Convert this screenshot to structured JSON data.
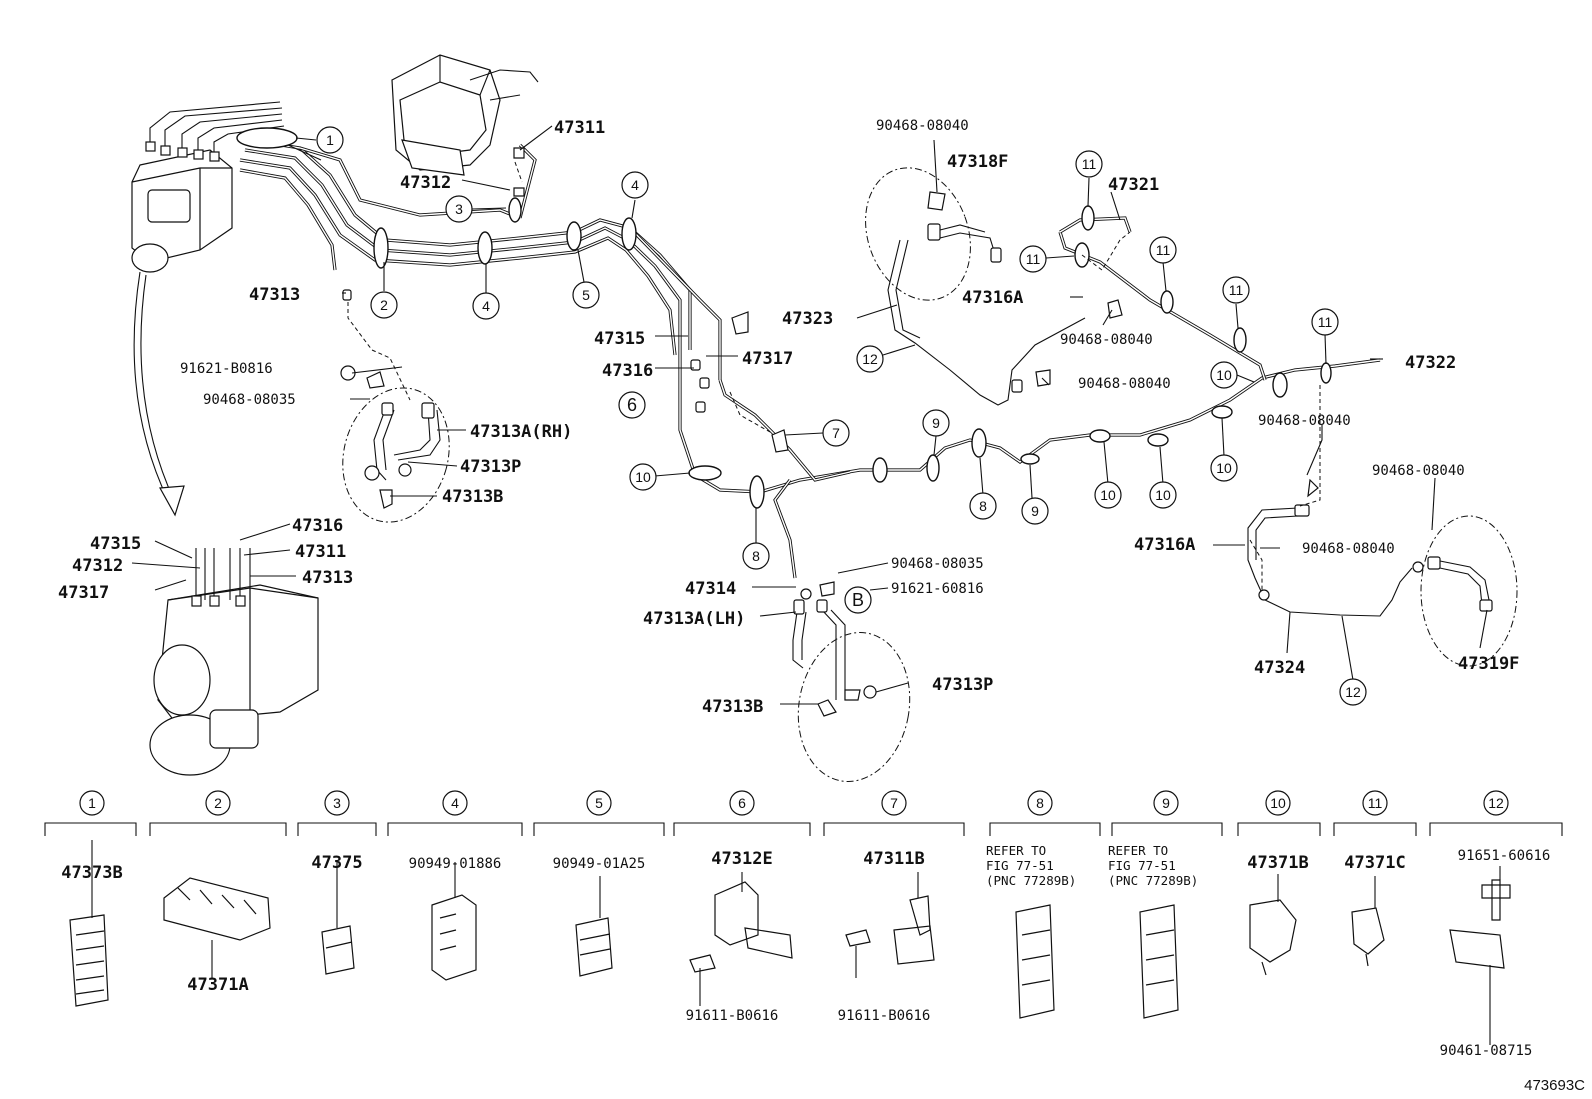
{
  "diagram": {
    "figure_code": "473693C",
    "part_labels": {
      "p47311_top": "47311",
      "p47312_top": "47312",
      "p47313_left": "47313",
      "p47315_mid": "47315",
      "p47316_mid": "47316",
      "p47317_mid": "47317",
      "p91621_b0816": "91621-B0816",
      "p90468_08035_left": "90468-08035",
      "p47313a_rh": "47313A(RH)",
      "p47313p_left": "47313P",
      "p47313b_left": "47313B",
      "p90468_08040_top": "90468-08040",
      "p47318f": "47318F",
      "p47321": "47321",
      "p47323": "47323",
      "p47316a_upper": "47316A",
      "p90468_08040_mid1": "90468-08040",
      "p90468_08040_mid2": "90468-08040",
      "p47322": "47322",
      "p90468_08040_right1": "90468-08040",
      "p90468_08040_right2": "90468-08040",
      "p47316a_lower": "47316A",
      "p90468_08040_lower": "90468-08040",
      "p47324": "47324",
      "p47319f": "47319F",
      "p90468_08035_mid": "90468-08035",
      "p91621_60816": "91621-60816",
      "p47314": "47314",
      "p47313a_lh": "47313A(LH)",
      "p47313p_right": "47313P",
      "p47313b_right": "47313B",
      "p47315_act": "47315",
      "p47312_act": "47312",
      "p47317_act": "47317",
      "p47316_act": "47316",
      "p47311_act": "47311",
      "p47313_act": "47313"
    },
    "callouts": {
      "c1": "1",
      "c2": "2",
      "c3": "3",
      "c4a": "4",
      "c4b": "4",
      "c5": "5",
      "c6": "6",
      "c7": "7",
      "c8a": "8",
      "c8b": "8",
      "c9a": "9",
      "c9b": "9",
      "c10a": "10",
      "c10b": "10",
      "c10c": "10",
      "c10d": "10",
      "c10e": "10",
      "c11a": "11",
      "c11b": "11",
      "c11c": "11",
      "c11d": "11",
      "c11e": "11",
      "c12a": "12",
      "c12b": "12",
      "cb": "B"
    },
    "key": [
      {
        "num": "1",
        "parts": [
          "47373B"
        ]
      },
      {
        "num": "2",
        "parts": [
          "47371A"
        ]
      },
      {
        "num": "3",
        "parts": [
          "47375"
        ]
      },
      {
        "num": "4",
        "parts": [
          "90949-01886"
        ]
      },
      {
        "num": "5",
        "parts": [
          "90949-01A25"
        ]
      },
      {
        "num": "6",
        "parts": [
          "47312E",
          "91611-B0616"
        ]
      },
      {
        "num": "7",
        "parts": [
          "47311B",
          "91611-B0616"
        ]
      },
      {
        "num": "8",
        "parts": [
          "REFER TO",
          "FIG 77-51",
          "(PNC 77289B)"
        ]
      },
      {
        "num": "9",
        "parts": [
          "REFER TO",
          "FIG 77-51",
          "(PNC 77289B)"
        ]
      },
      {
        "num": "10",
        "parts": [
          "47371B"
        ]
      },
      {
        "num": "11",
        "parts": [
          "47371C"
        ]
      },
      {
        "num": "12",
        "parts": [
          "91651-60616",
          "90461-08715"
        ]
      }
    ]
  }
}
